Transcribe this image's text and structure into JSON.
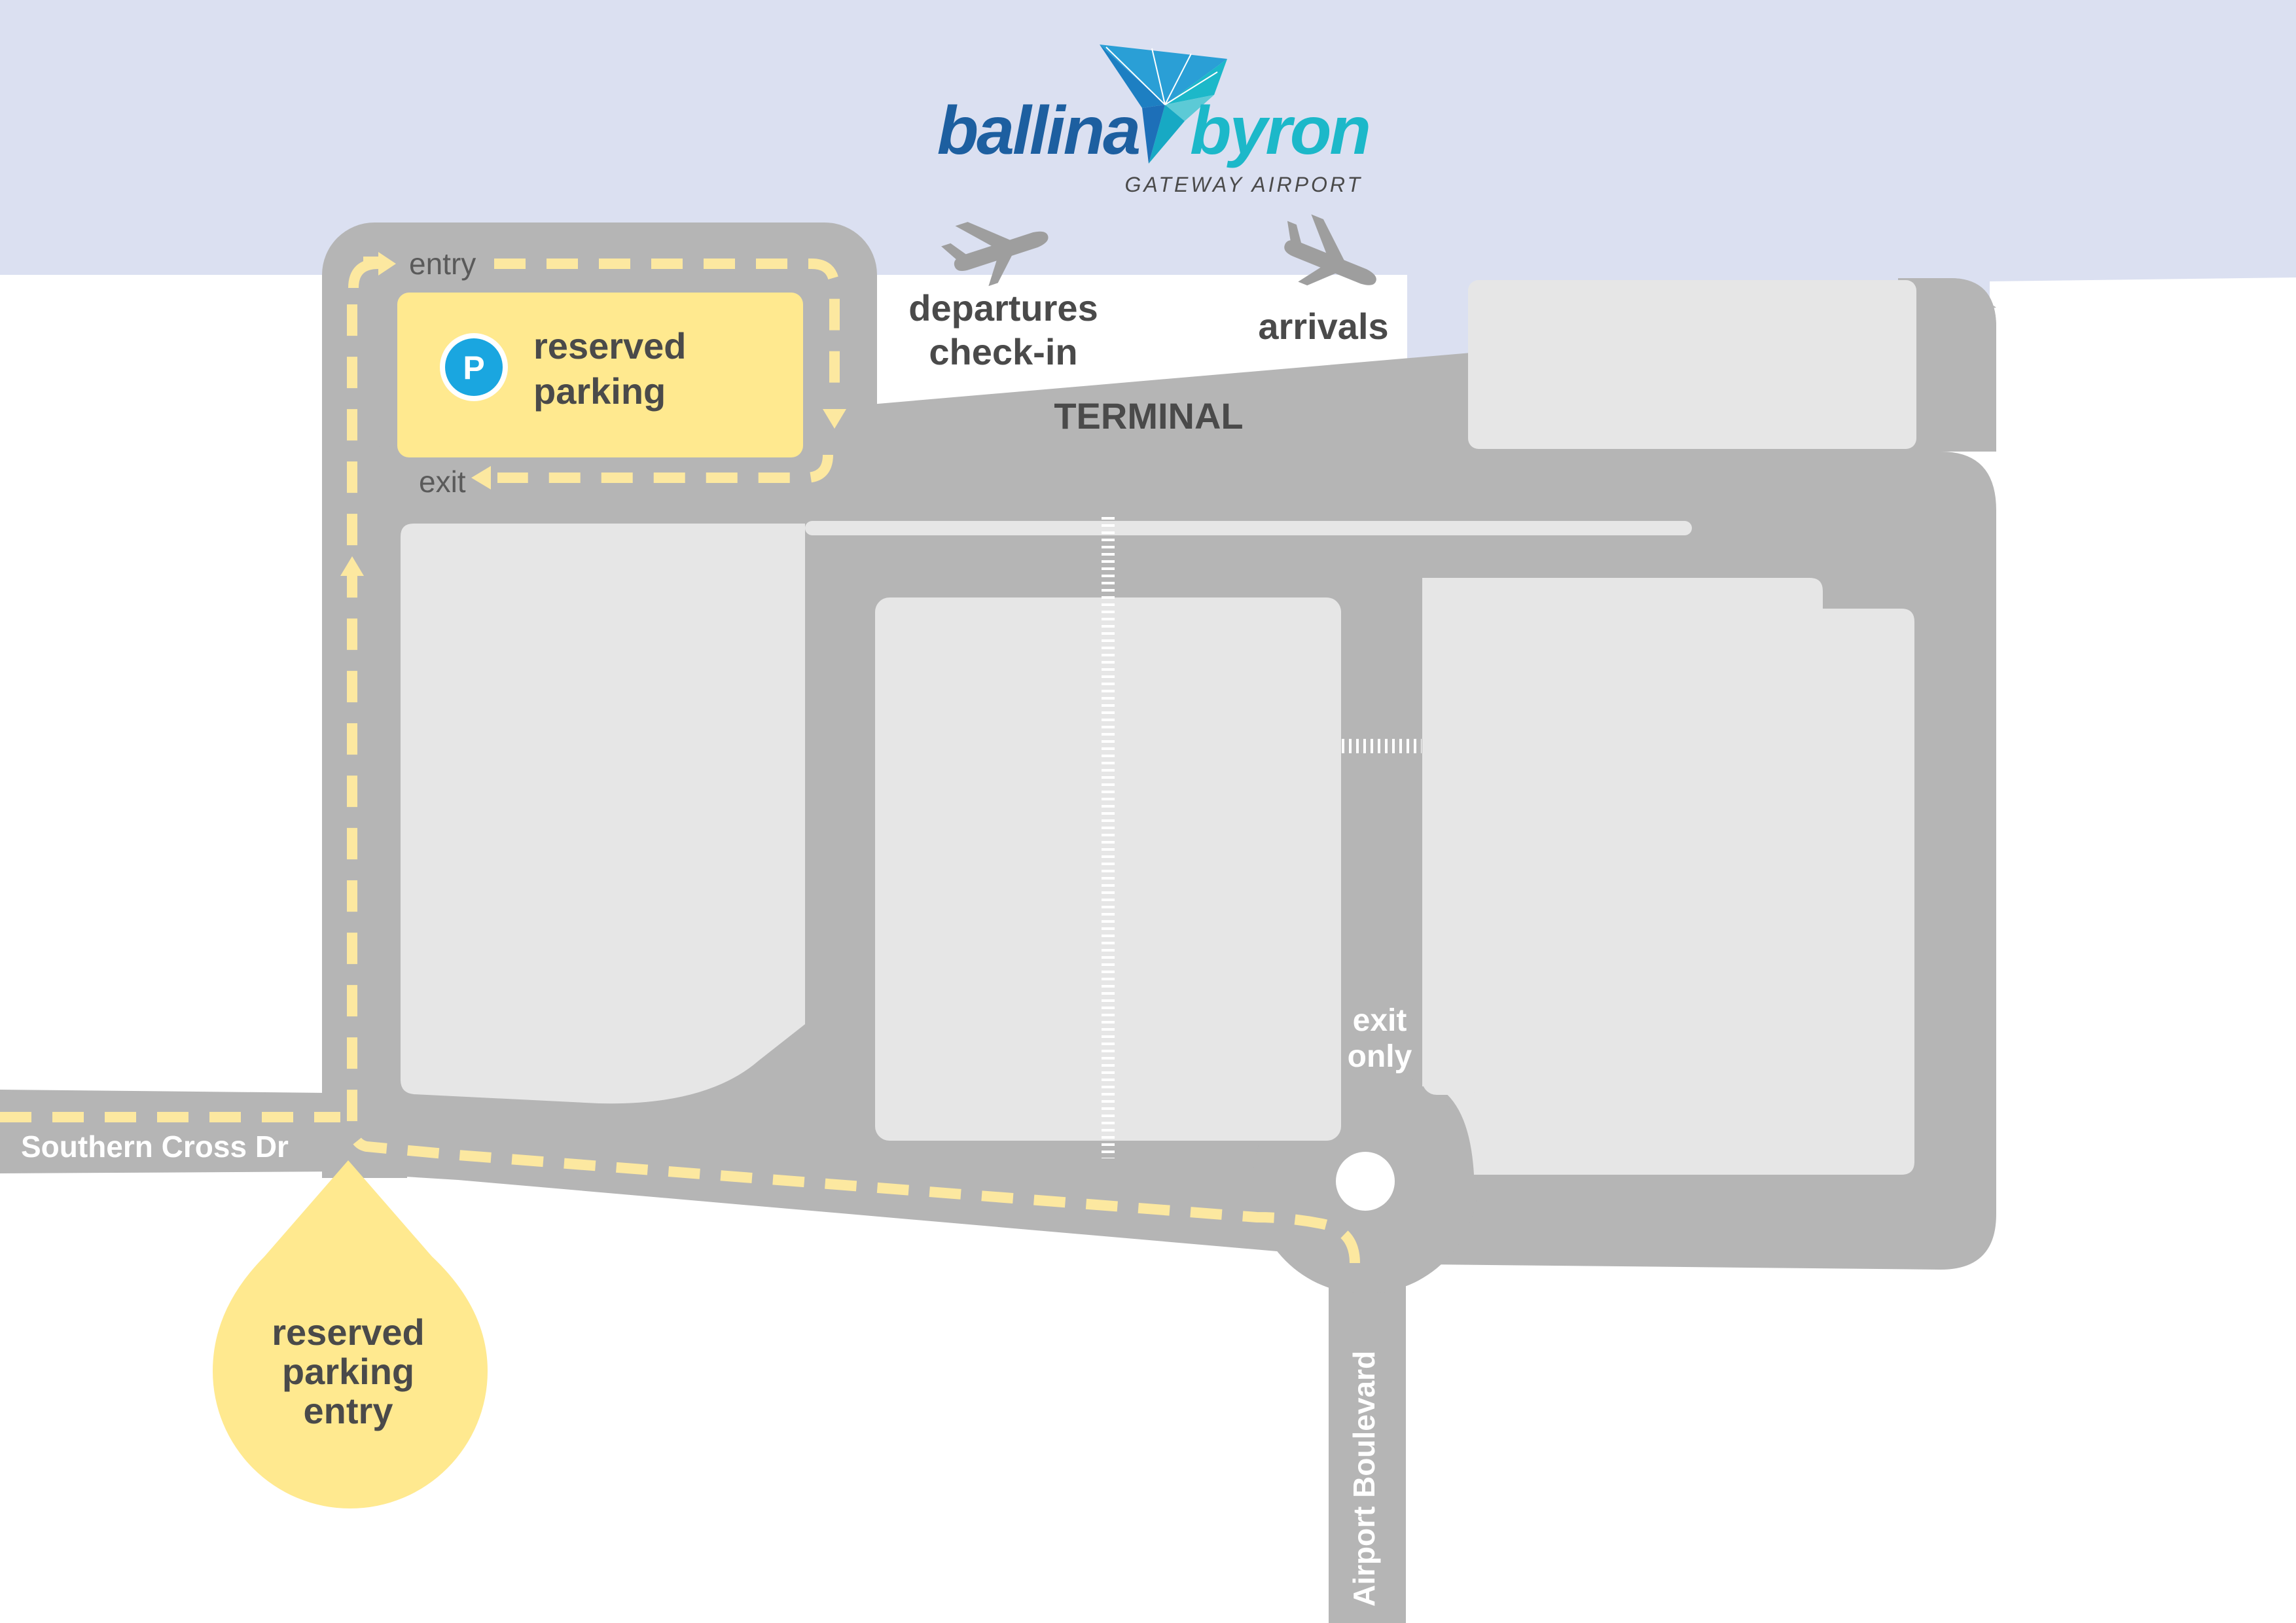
{
  "logo": {
    "name_part1": "ballina",
    "name_part2": "byron",
    "tagline": "GATEWAY AIRPORT"
  },
  "terminal": {
    "label": "TERMINAL",
    "departures_line1": "departures",
    "departures_line2": "check-in",
    "arrivals": "arrivals"
  },
  "reserved_parking": {
    "icon_letter": "P",
    "line1": "reserved",
    "line2": "parking",
    "entry_label": "entry",
    "exit_label": "exit"
  },
  "roundabout": {
    "line1": "exit",
    "line2": "only"
  },
  "streets": {
    "southern_cross": "Southern Cross Dr",
    "airport_boulevard": "Airport Boulevard"
  },
  "entry_marker": {
    "line1": "reserved",
    "line2": "parking",
    "line3": "entry"
  },
  "colors": {
    "sky": "#dbe0f1",
    "road": "#b5b5b5",
    "lot": "#e6e6e6",
    "highlight": "#ffe98f",
    "dash": "#fce8a0",
    "text": "#4a4a4a",
    "logo_dark": "#1d5fa0",
    "logo_teal": "#1cb8c9",
    "p_icon": "#1aa6e0"
  },
  "icons": [
    "departures-plane-icon",
    "arrivals-plane-icon",
    "parking-p-icon",
    "direction-arrow-icon"
  ]
}
